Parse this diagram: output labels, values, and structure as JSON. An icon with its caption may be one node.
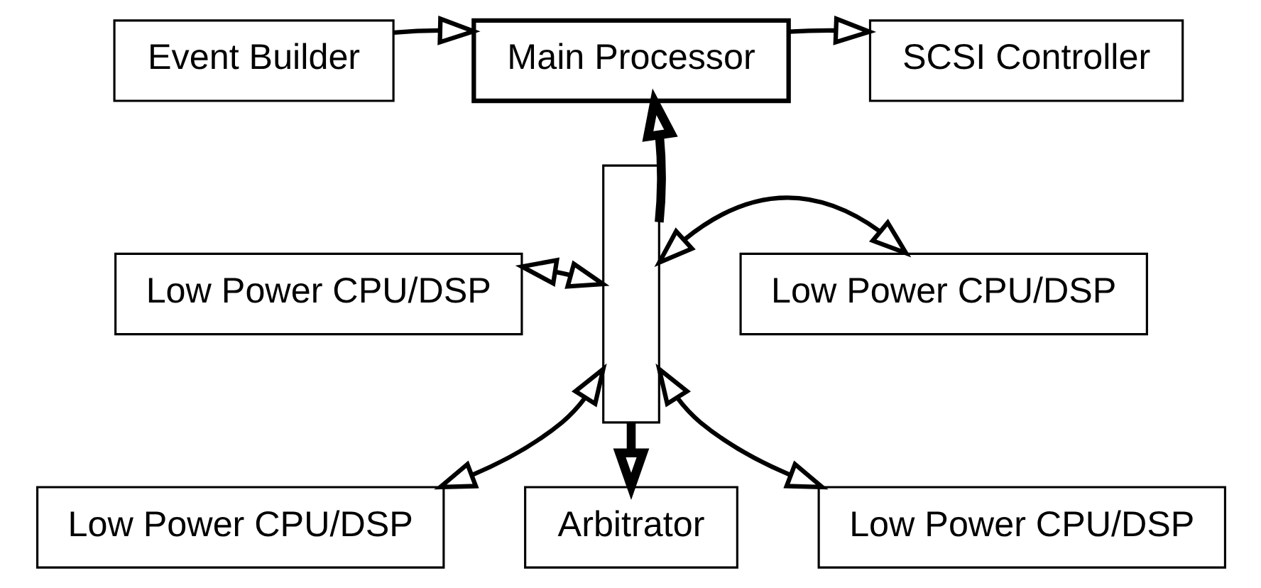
{
  "diagram": {
    "nodes": [
      {
        "text": [
          "Event Builder"
        ]
      },
      {
        "text": [
          "Main Processor"
        ]
      },
      {
        "text": [
          "SCSI Controller"
        ]
      },
      {
        "text": [
          "Low Power CPU/DSP"
        ]
      },
      {
        "text": [],
        "shape": "bar"
      },
      {
        "text": [
          "Low Power CPU/DSP"
        ]
      },
      {
        "text": [
          "Low Power CPU/DSP"
        ]
      },
      {
        "text": [
          "Low Power CPU/DSP"
        ]
      },
      {
        "text": [
          "Arbitrator"
        ]
      }
    ],
    "edges": [
      {
        "from": 0,
        "to": 1,
        "arrow": "to"
      },
      {
        "from": 1,
        "to": 2,
        "arrow": "to"
      },
      {
        "from": 4,
        "to": 1,
        "arrow": "to",
        "style": "thick"
      },
      {
        "from": 3,
        "to": 4,
        "arrow": "both"
      },
      {
        "from": 4,
        "to": 5,
        "arrow": "both"
      },
      {
        "from": 6,
        "to": 4,
        "arrow": "both"
      },
      {
        "from": 4,
        "to": 7,
        "arrow": "both"
      },
      {
        "from": 4,
        "to": 8,
        "arrow": "to",
        "style": "thick"
      }
    ]
  }
}
